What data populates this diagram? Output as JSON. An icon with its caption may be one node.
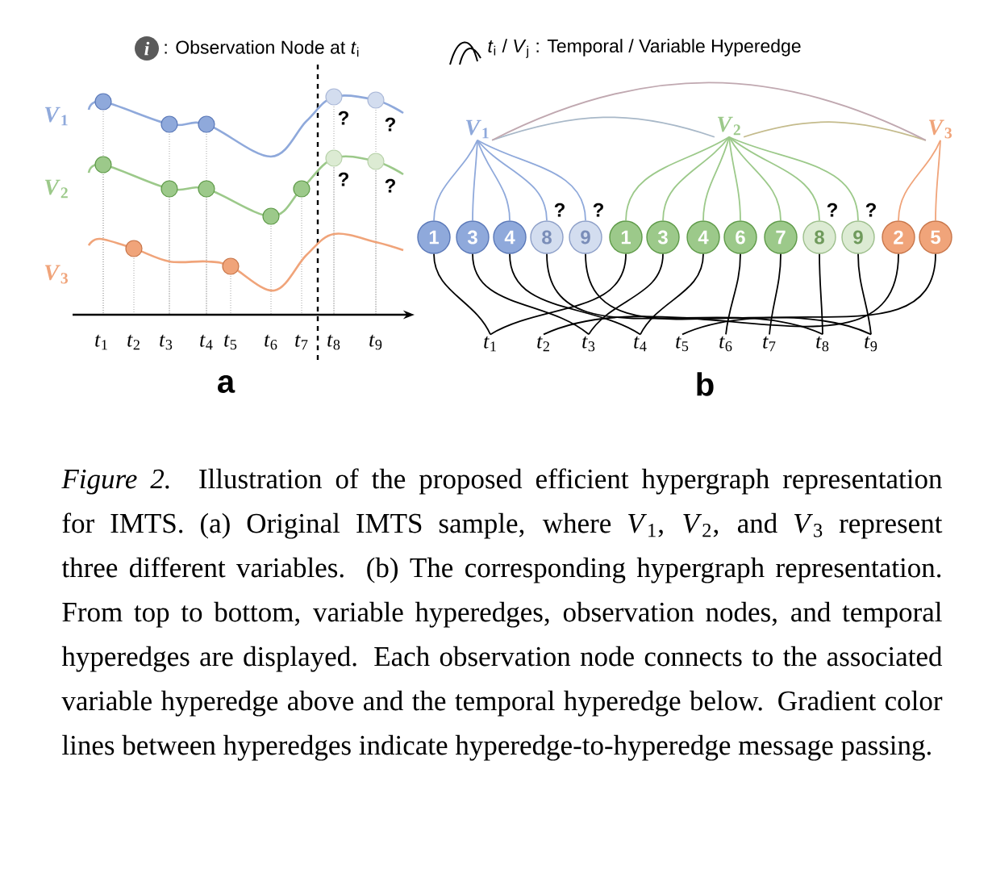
{
  "diagram": {
    "caption": "*Figure 2.* Illustration of the proposed efficient hypergraph representation for IMTS. (a) Original IMTS sample, where *V*$_{1}$, *V*$_{2}$, and *V*$_{3}$ represent three different variables. (b) The corresponding hypergraph representation. From top to bottom, variable hyperedges, observation nodes, and temporal hyperedges are displayed. Each observation node connects to the associated variable hyperedge above and the temporal hyperedge below. Gradient color lines between hyperedges indicate hyperedge-to-hyperedge message passing.",
    "nodes": [
      {
        "text": [
          "*V*$_{1}$"
        ]
      },
      {
        "text": [
          "*V*$_{2}$"
        ]
      },
      {
        "text": [
          "*V*$_{3}$"
        ]
      },
      {
        "text": [
          "1"
        ]
      },
      {
        "text": [
          "3"
        ]
      },
      {
        "text": [
          "4"
        ]
      },
      {
        "text": [
          "8"
        ],
        "beside": [
          "?"
        ]
      },
      {
        "text": [
          "9"
        ],
        "beside": [
          "?"
        ]
      },
      {
        "text": [
          "1"
        ]
      },
      {
        "text": [
          "3"
        ]
      },
      {
        "text": [
          "4"
        ]
      },
      {
        "text": [
          "6"
        ]
      },
      {
        "text": [
          "7"
        ]
      },
      {
        "text": [
          "8"
        ],
        "beside": [
          "?"
        ]
      },
      {
        "text": [
          "9"
        ],
        "beside": [
          "?"
        ]
      },
      {
        "text": [
          "2"
        ]
      },
      {
        "text": [
          "5"
        ]
      },
      {
        "text": [
          "*t*$_{1}$"
        ]
      },
      {
        "text": [
          "*t*$_{2}$"
        ]
      },
      {
        "text": [
          "*t*$_{3}$"
        ]
      },
      {
        "text": [
          "*t*$_{4}$"
        ]
      },
      {
        "text": [
          "*t*$_{5}$"
        ]
      },
      {
        "text": [
          "*t*$_{6}$"
        ]
      },
      {
        "text": [
          "*t*$_{7}$"
        ]
      },
      {
        "text": [
          "*t*$_{8}$"
        ]
      },
      {
        "text": [
          "*t*$_{9}$"
        ]
      }
    ],
    "edges": [
      {
        "from": 0,
        "to": 1,
        "arrow": "none",
        "color": "#a8b8c8"
      },
      {
        "from": 1,
        "to": 2,
        "arrow": "none",
        "color": "#c4bb8c"
      },
      {
        "from": 0,
        "to": 2,
        "arrow": "none",
        "color": "#c0a8b0"
      },
      {
        "from": 0,
        "to": 3,
        "arrow": "none",
        "color": "#8fa9db"
      },
      {
        "from": 0,
        "to": 4,
        "arrow": "none",
        "color": "#8fa9db"
      },
      {
        "from": 0,
        "to": 5,
        "arrow": "none",
        "color": "#8fa9db"
      },
      {
        "from": 0,
        "to": 6,
        "arrow": "none",
        "color": "#8fa9db"
      },
      {
        "from": 0,
        "to": 7,
        "arrow": "none",
        "color": "#8fa9db"
      },
      {
        "from": 1,
        "to": 8,
        "arrow": "none",
        "color": "#9cc98a"
      },
      {
        "from": 1,
        "to": 9,
        "arrow": "none",
        "color": "#9cc98a"
      },
      {
        "from": 1,
        "to": 10,
        "arrow": "none",
        "color": "#9cc98a"
      },
      {
        "from": 1,
        "to": 11,
        "arrow": "none",
        "color": "#9cc98a"
      },
      {
        "from": 1,
        "to": 12,
        "arrow": "none",
        "color": "#9cc98a"
      },
      {
        "from": 1,
        "to": 13,
        "arrow": "none",
        "color": "#9cc98a"
      },
      {
        "from": 1,
        "to": 14,
        "arrow": "none",
        "color": "#9cc98a"
      },
      {
        "from": 2,
        "to": 15,
        "arrow": "none",
        "color": "#f0a47a"
      },
      {
        "from": 2,
        "to": 16,
        "arrow": "none",
        "color": "#f0a47a"
      },
      {
        "from": 3,
        "to": 17,
        "arrow": "none"
      },
      {
        "from": 8,
        "to": 17,
        "arrow": "none"
      },
      {
        "from": 15,
        "to": 18,
        "arrow": "none"
      },
      {
        "from": 4,
        "to": 19,
        "arrow": "none"
      },
      {
        "from": 9,
        "to": 19,
        "arrow": "none"
      },
      {
        "from": 5,
        "to": 20,
        "arrow": "none"
      },
      {
        "from": 10,
        "to": 20,
        "arrow": "none"
      },
      {
        "from": 16,
        "to": 21,
        "arrow": "none"
      },
      {
        "from": 11,
        "to": 22,
        "arrow": "none"
      },
      {
        "from": 12,
        "to": 23,
        "arrow": "none"
      },
      {
        "from": 6,
        "to": 24,
        "arrow": "none"
      },
      {
        "from": 13,
        "to": 24,
        "arrow": "none"
      },
      {
        "from": 7,
        "to": 25,
        "arrow": "none"
      },
      {
        "from": 14,
        "to": 25,
        "arrow": "none"
      }
    ],
    "labels": [
      "i",
      "*V*$_{1}$",
      "?",
      "?",
      "*V*$_{2}$",
      "?",
      "?",
      "*V*$_{3}$",
      "*t*$_{1}$",
      "*t*$_{2}$",
      "*t*$_{3}$",
      "*t*$_{4}$",
      "*t*$_{5}$",
      "*t*$_{6}$",
      "*t*$_{7}$",
      "*t*$_{8}$",
      "*t*$_{9}$",
      "a",
      "b"
    ],
    "legend": [
      {
        "text": ": Observation Node at *t*$_{i}$"
      },
      {
        "text": "*t*$_{i}$ / *V*$_{j}$ : Temporal / Variable Hyperedge"
      }
    ]
  }
}
